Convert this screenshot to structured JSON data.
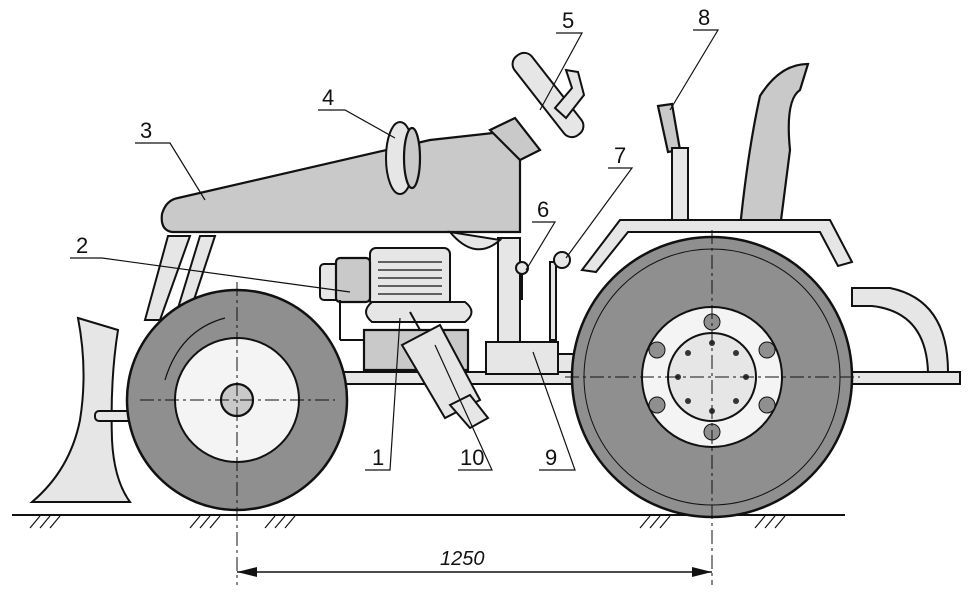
{
  "labels": {
    "l1": "1",
    "l2": "2",
    "l3": "3",
    "l4": "4",
    "l5": "5",
    "l6": "6",
    "l7": "7",
    "l8": "8",
    "l9": "9",
    "l10": "10"
  },
  "dimension": {
    "wheelbase": "1250"
  }
}
